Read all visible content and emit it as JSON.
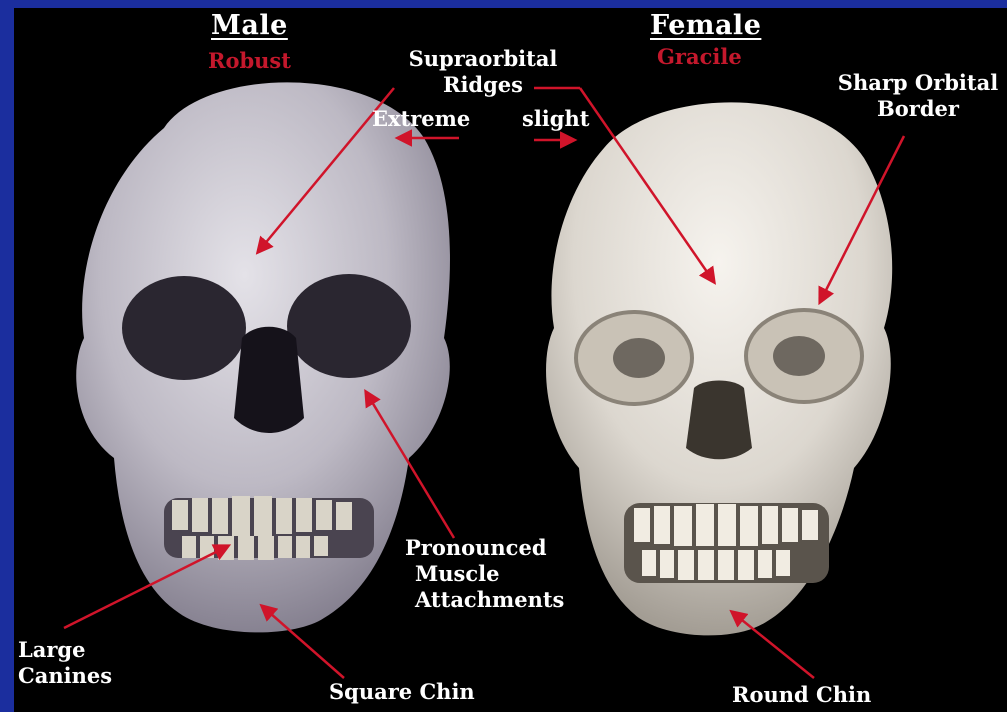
{
  "male": {
    "title": "Male",
    "subtitle": "Robust"
  },
  "female": {
    "title": "Female",
    "subtitle": "Gracile"
  },
  "labels": {
    "supraorbital_line1": "Supraorbital",
    "supraorbital_line2": "Ridges",
    "extreme": "Extreme",
    "slight": "slight",
    "sharp_orbital_line1": "Sharp Orbital",
    "sharp_orbital_line2": "Border",
    "pronounced_line1": "Pronounced",
    "pronounced_line2": "Muscle",
    "pronounced_line3": "Attachments",
    "large_canines_line1": "Large",
    "large_canines_line2": "Canines",
    "square_chin": "Square Chin",
    "round_chin": "Round Chin"
  },
  "colors": {
    "frame": "#1b2e9e",
    "background": "#000000",
    "accent": "#c4182c",
    "text": "#ffffff"
  }
}
